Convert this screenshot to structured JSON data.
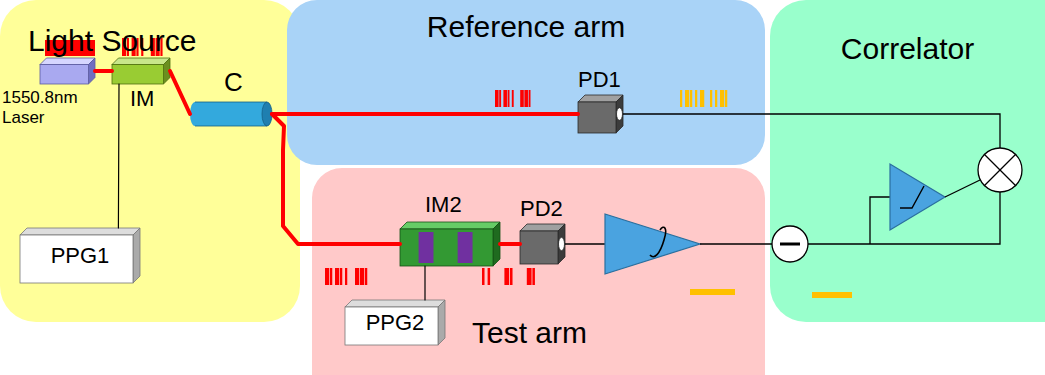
{
  "diagram": {
    "nodes": [
      {
        "text": [
          "Light Source"
        ]
      },
      {
        "text": [
          "Reference arm"
        ]
      },
      {
        "text": [
          "Correlator"
        ]
      },
      {
        "text": [
          "Test arm"
        ]
      },
      {
        "text": [
          "1550.8nm Laser"
        ],
        "in": 0
      },
      {
        "text": [
          "IM"
        ],
        "in": 0
      },
      {
        "text": [
          "PPG1"
        ],
        "in": 0
      },
      {
        "text": [
          "C"
        ],
        "in": 0
      },
      {
        "text": [
          "PD1"
        ],
        "in": 1
      },
      {
        "text": [
          "IM2"
        ],
        "in": 3
      },
      {
        "text": [
          "PD2"
        ],
        "in": 3
      },
      {
        "text": [
          "PPG2"
        ],
        "in": 3
      }
    ],
    "edges": [
      {
        "from": 4,
        "to": 5,
        "arrow": "none"
      },
      {
        "from": 5,
        "to": 7,
        "arrow": "none"
      },
      {
        "from": 7,
        "to": 8,
        "arrow": "none"
      },
      {
        "from": 7,
        "to": 9,
        "arrow": "none"
      },
      {
        "from": 9,
        "to": 10,
        "arrow": "none"
      },
      {
        "from": 6,
        "to": 5,
        "arrow": "none"
      },
      {
        "from": 11,
        "to": 9,
        "arrow": "none"
      }
    ]
  }
}
